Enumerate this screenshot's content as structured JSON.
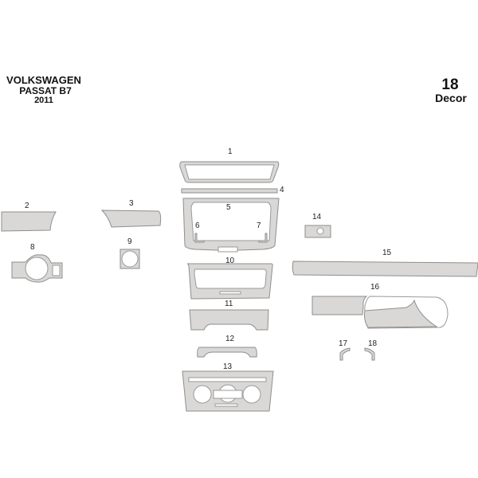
{
  "header": {
    "brand": "VOLKSWAGEN",
    "model": "PASSAT B7",
    "year": "2011",
    "piece_count": "18",
    "kit_type": "Decor"
  },
  "colors": {
    "part_fill": "#d9d8d6",
    "part_edge": "#8e8e8e",
    "text": "#111111",
    "background": "#ffffff"
  },
  "parts": [
    {
      "number": "1"
    },
    {
      "number": "2"
    },
    {
      "number": "3"
    },
    {
      "number": "4"
    },
    {
      "number": "5"
    },
    {
      "number": "6"
    },
    {
      "number": "7"
    },
    {
      "number": "8"
    },
    {
      "number": "9"
    },
    {
      "number": "10"
    },
    {
      "number": "11"
    },
    {
      "number": "12"
    },
    {
      "number": "13"
    },
    {
      "number": "14"
    },
    {
      "number": "15"
    },
    {
      "number": "16"
    },
    {
      "number": "17"
    },
    {
      "number": "18"
    }
  ]
}
